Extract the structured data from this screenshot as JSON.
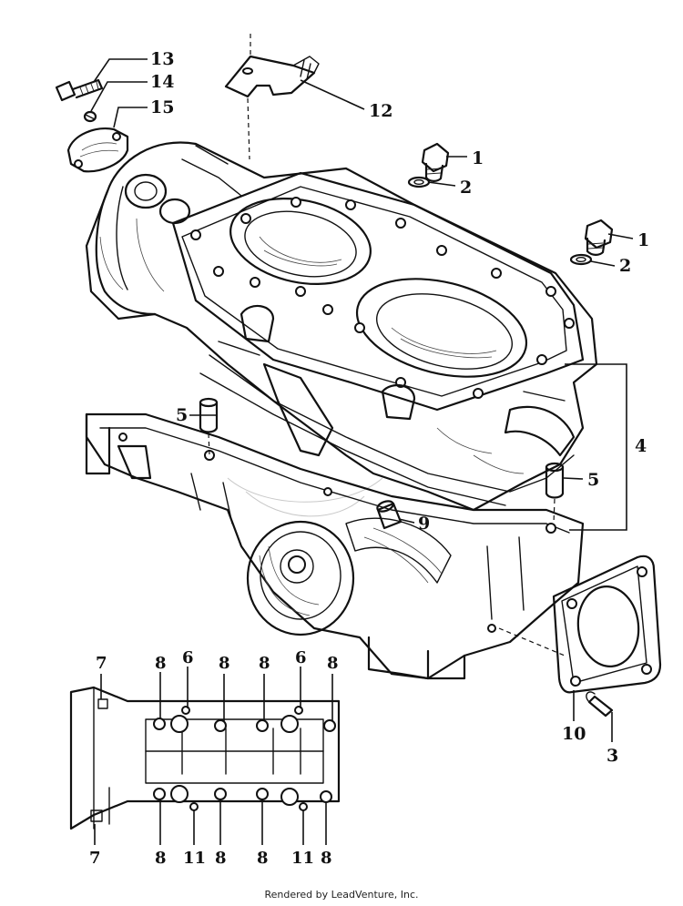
{
  "callouts": {
    "c1a": "1",
    "c1b": "1",
    "c2a": "2",
    "c2b": "2",
    "c3": "3",
    "c4": "4",
    "c5a": "5",
    "c5b": "5",
    "c6a": "6",
    "c6b": "6",
    "c7a": "7",
    "c7b": "7",
    "c8a": "8",
    "c8b": "8",
    "c8c": "8",
    "c8d": "8",
    "c8e": "8",
    "c8f": "8",
    "c8g": "8",
    "c8h": "8",
    "c9": "9",
    "c10": "10",
    "c11a": "11",
    "c11b": "11",
    "c12": "12",
    "c13": "13",
    "c14": "14",
    "c15": "15"
  },
  "footer": "Rendered by LeadVenture, Inc."
}
